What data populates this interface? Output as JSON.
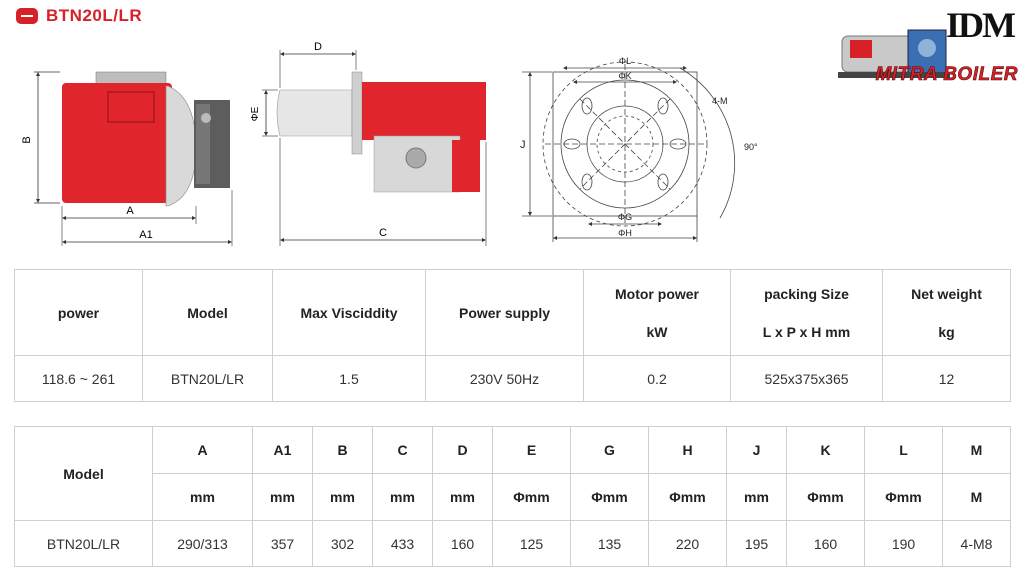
{
  "header": {
    "title": "BTN20L/LR"
  },
  "brand": {
    "logo_text": "IDM",
    "name": "MITRA BOILER"
  },
  "drawing_labels": {
    "front": {
      "b": "B",
      "a": "A",
      "a1": "A1"
    },
    "side": {
      "d": "D",
      "e": "ΦE",
      "c": "C"
    },
    "flange": {
      "l": "ΦL",
      "k": "ΦK",
      "m": "4-M",
      "j": "J",
      "angle": "90°",
      "g": "ΦG",
      "h": "ΦH"
    }
  },
  "spec_table": {
    "headers": [
      {
        "line1": "power",
        "line2": ""
      },
      {
        "line1": "Model",
        "line2": ""
      },
      {
        "line1": "Max Visciddity",
        "line2": ""
      },
      {
        "line1": "Power supply",
        "line2": ""
      },
      {
        "line1": "Motor power",
        "line2": "kW"
      },
      {
        "line1": "packing Size",
        "line2": "L x P x H mm"
      },
      {
        "line1": "Net weight",
        "line2": "kg"
      }
    ],
    "row": [
      "118.6 ~ 261",
      "BTN20L/LR",
      "1.5",
      "230V 50Hz",
      "0.2",
      "525x375x365",
      "12"
    ]
  },
  "dim_table": {
    "model_header": "Model",
    "columns": [
      "A",
      "A1",
      "B",
      "C",
      "D",
      "E",
      "G",
      "H",
      "J",
      "K",
      "L",
      "M"
    ],
    "units": [
      "mm",
      "mm",
      "mm",
      "mm",
      "mm",
      "Φmm",
      "Φmm",
      "Φmm",
      "mm",
      "Φmm",
      "Φmm",
      "M"
    ],
    "row_model": "BTN20L/LR",
    "values": [
      "290/313",
      "357",
      "302",
      "433",
      "160",
      "125",
      "135",
      "220",
      "195",
      "160",
      "190",
      "4-M8"
    ]
  },
  "colors": {
    "accent": "#d62128",
    "burner_body": "#e0262c",
    "line": "#333333"
  }
}
